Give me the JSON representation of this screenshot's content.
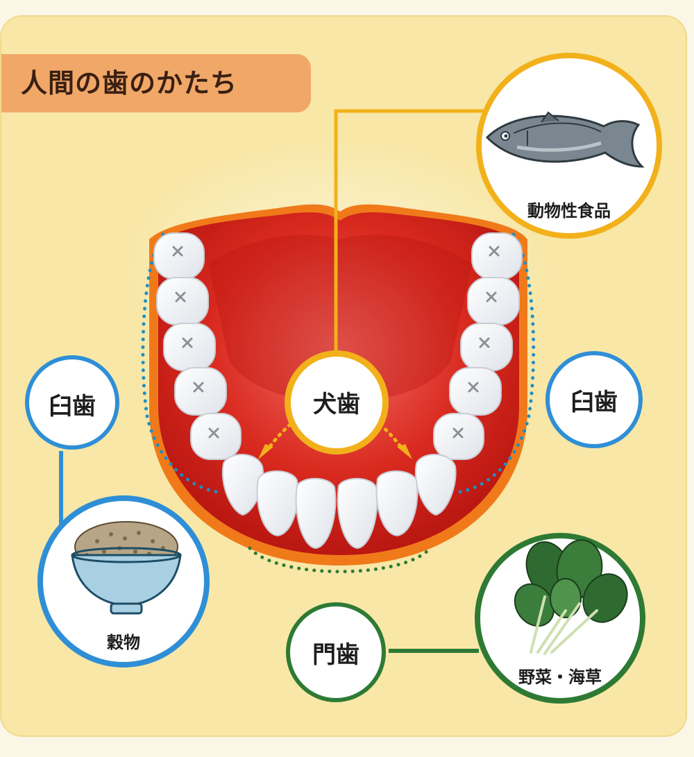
{
  "title": "人間の歯のかたち",
  "teeth_labels": {
    "canine": "犬歯",
    "molar_left": "臼歯",
    "molar_right": "臼歯",
    "incisor": "門歯"
  },
  "foods": {
    "animal": "動物性食品",
    "grain": "穀物",
    "vegetable": "野菜・海草"
  },
  "colors": {
    "canine_accent": "#f2b11b",
    "molar_accent": "#2f8fd6",
    "incisor_accent": "#2e7a34",
    "gum": "#d7231c",
    "title_bar": "#f0a768",
    "panel": "#f8e7a6"
  },
  "icons": [
    "fish-icon",
    "rice-bowl-icon",
    "spinach-icon"
  ]
}
